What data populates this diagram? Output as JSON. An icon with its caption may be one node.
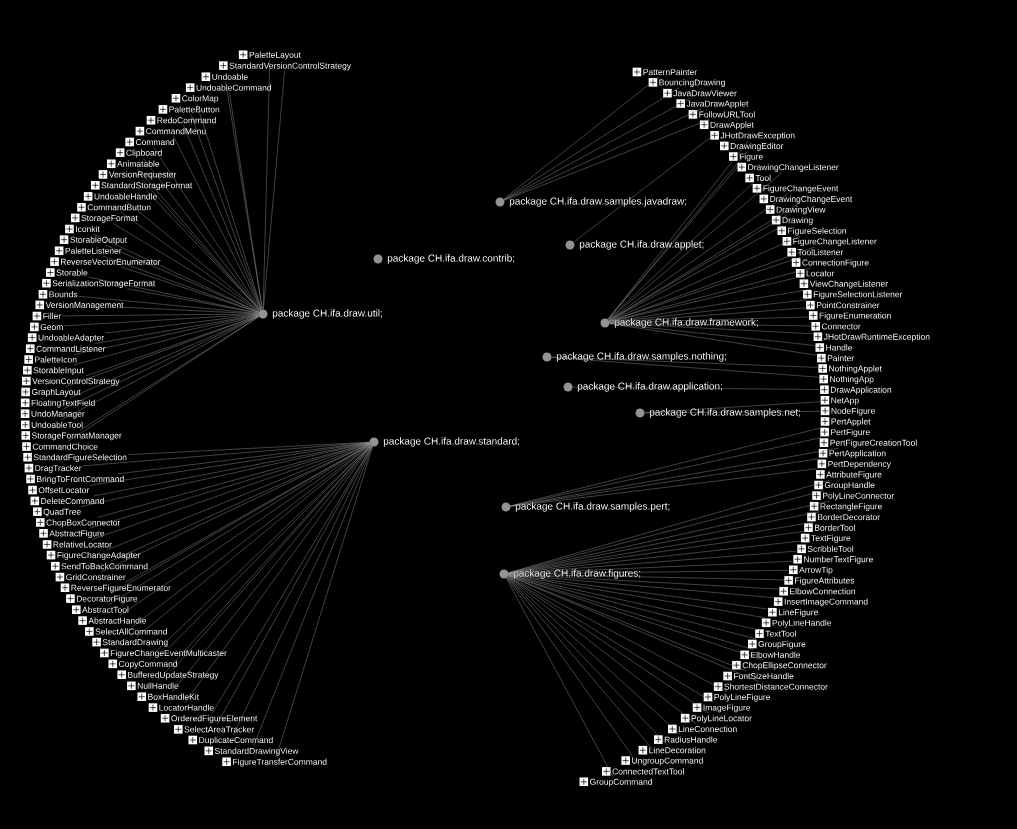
{
  "diagram": {
    "nodes": [
      {
        "text": [
          "package CH.ifa.draw.samples.javadraw;"
        ]
      },
      {
        "text": [
          "package CH.ifa.draw.applet;"
        ]
      },
      {
        "text": [
          "package CH.ifa.draw.contrib;"
        ]
      },
      {
        "text": [
          "package CH.ifa.draw.util;"
        ]
      },
      {
        "text": [
          "package CH.ifa.draw.framework;"
        ]
      },
      {
        "text": [
          "package CH.ifa.draw.samples.nothing;"
        ]
      },
      {
        "text": [
          "package CH.ifa.draw.application;"
        ]
      },
      {
        "text": [
          "package CH.ifa.draw.samples.net;"
        ]
      },
      {
        "text": [
          "package CH.ifa.draw.standard;"
        ]
      },
      {
        "text": [
          "package CH.ifa.draw.samples.pert;"
        ]
      },
      {
        "text": [
          "package CH.ifa.draw.figures;"
        ]
      },
      {
        "text": [
          "PaletteLayout"
        ]
      },
      {
        "text": [
          "StandardVersionControlStrategy"
        ]
      },
      {
        "text": [
          "Undoable"
        ]
      },
      {
        "text": [
          "UndoableCommand"
        ]
      },
      {
        "text": [
          "ColorMap"
        ]
      },
      {
        "text": [
          "PaletteButton"
        ]
      },
      {
        "text": [
          "RedoCommand"
        ]
      },
      {
        "text": [
          "CommandMenu"
        ]
      },
      {
        "text": [
          "Command"
        ]
      },
      {
        "text": [
          "Clipboard"
        ]
      },
      {
        "text": [
          "Animatable"
        ]
      },
      {
        "text": [
          "VersionRequester"
        ]
      },
      {
        "text": [
          "StandardStorageFormat"
        ]
      },
      {
        "text": [
          "UndoableHandle"
        ]
      },
      {
        "text": [
          "CommandButton"
        ]
      },
      {
        "text": [
          "StorageFormat"
        ]
      },
      {
        "text": [
          "Iconkit"
        ]
      },
      {
        "text": [
          "StorableOutput"
        ]
      },
      {
        "text": [
          "PaletteListener"
        ]
      },
      {
        "text": [
          "ReverseVectorEnumerator"
        ]
      },
      {
        "text": [
          "Storable"
        ]
      },
      {
        "text": [
          "SerializationStorageFormat"
        ]
      },
      {
        "text": [
          "Bounds"
        ]
      },
      {
        "text": [
          "VersionManagement"
        ]
      },
      {
        "text": [
          "Filler"
        ]
      },
      {
        "text": [
          "Geom"
        ]
      },
      {
        "text": [
          "UndoableAdapter"
        ]
      },
      {
        "text": [
          "CommandListener"
        ]
      },
      {
        "text": [
          "PaletteIcon"
        ]
      },
      {
        "text": [
          "StorableInput"
        ]
      },
      {
        "text": [
          "VersionControlStrategy"
        ]
      },
      {
        "text": [
          "GraphLayout"
        ]
      },
      {
        "text": [
          "FloatingTextField"
        ]
      },
      {
        "text": [
          "UndoManager"
        ]
      },
      {
        "text": [
          "UndoableTool"
        ]
      },
      {
        "text": [
          "StorageFormatManager"
        ]
      },
      {
        "text": [
          "CommandChoice"
        ]
      },
      {
        "text": [
          "StandardFigureSelection"
        ]
      },
      {
        "text": [
          "DragTracker"
        ]
      },
      {
        "text": [
          "BringToFrontCommand"
        ]
      },
      {
        "text": [
          "OffsetLocator"
        ]
      },
      {
        "text": [
          "DeleteCommand"
        ]
      },
      {
        "text": [
          "QuadTree"
        ]
      },
      {
        "text": [
          "ChopBoxConnector"
        ]
      },
      {
        "text": [
          "AbstractFigure"
        ]
      },
      {
        "text": [
          "RelativeLocator"
        ]
      },
      {
        "text": [
          "FigureChangeAdapter"
        ]
      },
      {
        "text": [
          "SendToBackCommand"
        ]
      },
      {
        "text": [
          "GridConstrainer"
        ]
      },
      {
        "text": [
          "ReverseFigureEnumerator"
        ]
      },
      {
        "text": [
          "DecoratorFigure"
        ]
      },
      {
        "text": [
          "AbstractTool"
        ]
      },
      {
        "text": [
          "AbstractHandle"
        ]
      },
      {
        "text": [
          "SelectAllCommand"
        ]
      },
      {
        "text": [
          "StandardDrawing"
        ]
      },
      {
        "text": [
          "FigureChangeEventMulticaster"
        ]
      },
      {
        "text": [
          "CopyCommand"
        ]
      },
      {
        "text": [
          "BufferedUpdateStrategy"
        ]
      },
      {
        "text": [
          "NullHandle"
        ]
      },
      {
        "text": [
          "BoxHandleKit"
        ]
      },
      {
        "text": [
          "LocatorHandle"
        ]
      },
      {
        "text": [
          "OrderedFigureElement"
        ]
      },
      {
        "text": [
          "SelectAreaTracker"
        ]
      },
      {
        "text": [
          "DuplicateCommand"
        ]
      },
      {
        "text": [
          "StandardDrawingView"
        ]
      },
      {
        "text": [
          "FigureTransferCommand"
        ]
      },
      {
        "text": [
          "PatternPainter"
        ]
      },
      {
        "text": [
          "BouncingDrawing"
        ]
      },
      {
        "text": [
          "JavaDrawViewer"
        ]
      },
      {
        "text": [
          "JavaDrawApplet"
        ]
      },
      {
        "text": [
          "FollowURLTool"
        ]
      },
      {
        "text": [
          "DrawApplet"
        ]
      },
      {
        "text": [
          "JHotDrawException"
        ]
      },
      {
        "text": [
          "DrawingEditor"
        ]
      },
      {
        "text": [
          "Figure"
        ]
      },
      {
        "text": [
          "DrawingChangeListener"
        ]
      },
      {
        "text": [
          "Tool"
        ]
      },
      {
        "text": [
          "FigureChangeEvent"
        ]
      },
      {
        "text": [
          "DrawingChangeEvent"
        ]
      },
      {
        "text": [
          "DrawingView"
        ]
      },
      {
        "text": [
          "Drawing"
        ]
      },
      {
        "text": [
          "FigureSelection"
        ]
      },
      {
        "text": [
          "FigureChangeListener"
        ]
      },
      {
        "text": [
          "ToolListener"
        ]
      },
      {
        "text": [
          "ConnectionFigure"
        ]
      },
      {
        "text": [
          "Locator"
        ]
      },
      {
        "text": [
          "ViewChangeListener"
        ]
      },
      {
        "text": [
          "FigureSelectionListener"
        ]
      },
      {
        "text": [
          "PointConstrainer"
        ]
      },
      {
        "text": [
          "FigureEnumeration"
        ]
      },
      {
        "text": [
          "Connector"
        ]
      },
      {
        "text": [
          "JHotDrawRuntimeException"
        ]
      },
      {
        "text": [
          "Handle"
        ]
      },
      {
        "text": [
          "Painter"
        ]
      },
      {
        "text": [
          "NothingApplet"
        ]
      },
      {
        "text": [
          "NothingApp"
        ]
      },
      {
        "text": [
          "DrawApplication"
        ]
      },
      {
        "text": [
          "NetApp"
        ]
      },
      {
        "text": [
          "NodeFigure"
        ]
      },
      {
        "text": [
          "PertApplet"
        ]
      },
      {
        "text": [
          "PertFigure"
        ]
      },
      {
        "text": [
          "PertFigureCreationTool"
        ]
      },
      {
        "text": [
          "PertApplication"
        ]
      },
      {
        "text": [
          "PertDependency"
        ]
      },
      {
        "text": [
          "AttributeFigure"
        ]
      },
      {
        "text": [
          "GroupHandle"
        ]
      },
      {
        "text": [
          "PolyLineConnector"
        ]
      },
      {
        "text": [
          "RectangleFigure"
        ]
      },
      {
        "text": [
          "BorderDecorator"
        ]
      },
      {
        "text": [
          "BorderTool"
        ]
      },
      {
        "text": [
          "TextFigure"
        ]
      },
      {
        "text": [
          "ScribbleTool"
        ]
      },
      {
        "text": [
          "NumberTextFigure"
        ]
      },
      {
        "text": [
          "ArrowTip"
        ]
      },
      {
        "text": [
          "FigureAttributes"
        ]
      },
      {
        "text": [
          "ElbowConnection"
        ]
      },
      {
        "text": [
          "InsertImageCommand"
        ]
      },
      {
        "text": [
          "LineFigure"
        ]
      },
      {
        "text": [
          "PolyLineHandle"
        ]
      },
      {
        "text": [
          "TextTool"
        ]
      },
      {
        "text": [
          "GroupFigure"
        ]
      },
      {
        "text": [
          "ElbowHandle"
        ]
      },
      {
        "text": [
          "ChopEllipseConnector"
        ]
      },
      {
        "text": [
          "FontSizeHandle"
        ]
      },
      {
        "text": [
          "ShortestDistanceConnector"
        ]
      },
      {
        "text": [
          "PolyLineFigure"
        ]
      },
      {
        "text": [
          "ImageFigure"
        ]
      },
      {
        "text": [
          "PolyLineLocator"
        ]
      },
      {
        "text": [
          "LineConnection"
        ]
      },
      {
        "text": [
          "RadiusHandle"
        ]
      },
      {
        "text": [
          "LineDecoration"
        ]
      },
      {
        "text": [
          "UngroupCommand"
        ]
      },
      {
        "text": [
          "ConnectedTextTool"
        ]
      },
      {
        "text": [
          "GroupCommand"
        ]
      }
    ],
    "edges": [
      {
        "from": 3,
        "to": 11,
        "arrow": "none"
      },
      {
        "from": 3,
        "to": 12,
        "arrow": "none"
      },
      {
        "from": 3,
        "to": 13,
        "arrow": "none"
      },
      {
        "from": 3,
        "to": 14,
        "arrow": "none"
      },
      {
        "from": 3,
        "to": 15,
        "arrow": "none"
      },
      {
        "from": 3,
        "to": 16,
        "arrow": "none"
      },
      {
        "from": 3,
        "to": 17,
        "arrow": "none"
      },
      {
        "from": 3,
        "to": 18,
        "arrow": "none"
      },
      {
        "from": 3,
        "to": 19,
        "arrow": "none"
      },
      {
        "from": 3,
        "to": 20,
        "arrow": "none"
      },
      {
        "from": 3,
        "to": 21,
        "arrow": "none"
      },
      {
        "from": 3,
        "to": 22,
        "arrow": "none"
      },
      {
        "from": 3,
        "to": 23,
        "arrow": "none"
      },
      {
        "from": 3,
        "to": 24,
        "arrow": "none"
      },
      {
        "from": 3,
        "to": 25,
        "arrow": "none"
      },
      {
        "from": 3,
        "to": 26,
        "arrow": "none"
      },
      {
        "from": 3,
        "to": 27,
        "arrow": "none"
      },
      {
        "from": 3,
        "to": 28,
        "arrow": "none"
      },
      {
        "from": 3,
        "to": 29,
        "arrow": "none"
      },
      {
        "from": 3,
        "to": 30,
        "arrow": "none"
      },
      {
        "from": 3,
        "to": 31,
        "arrow": "none"
      },
      {
        "from": 3,
        "to": 32,
        "arrow": "none"
      },
      {
        "from": 3,
        "to": 33,
        "arrow": "none"
      },
      {
        "from": 3,
        "to": 34,
        "arrow": "none"
      },
      {
        "from": 3,
        "to": 35,
        "arrow": "none"
      },
      {
        "from": 3,
        "to": 36,
        "arrow": "none"
      },
      {
        "from": 3,
        "to": 37,
        "arrow": "none"
      },
      {
        "from": 3,
        "to": 38,
        "arrow": "none"
      },
      {
        "from": 3,
        "to": 39,
        "arrow": "none"
      },
      {
        "from": 3,
        "to": 40,
        "arrow": "none"
      },
      {
        "from": 3,
        "to": 41,
        "arrow": "none"
      },
      {
        "from": 3,
        "to": 42,
        "arrow": "none"
      },
      {
        "from": 3,
        "to": 43,
        "arrow": "none"
      },
      {
        "from": 3,
        "to": 44,
        "arrow": "none"
      },
      {
        "from": 3,
        "to": 45,
        "arrow": "none"
      },
      {
        "from": 3,
        "to": 46,
        "arrow": "none"
      },
      {
        "from": 3,
        "to": 47,
        "arrow": "none"
      },
      {
        "from": 8,
        "to": 48,
        "arrow": "none"
      },
      {
        "from": 8,
        "to": 49,
        "arrow": "none"
      },
      {
        "from": 8,
        "to": 50,
        "arrow": "none"
      },
      {
        "from": 8,
        "to": 51,
        "arrow": "none"
      },
      {
        "from": 8,
        "to": 52,
        "arrow": "none"
      },
      {
        "from": 8,
        "to": 53,
        "arrow": "none"
      },
      {
        "from": 8,
        "to": 54,
        "arrow": "none"
      },
      {
        "from": 8,
        "to": 55,
        "arrow": "none"
      },
      {
        "from": 8,
        "to": 56,
        "arrow": "none"
      },
      {
        "from": 8,
        "to": 57,
        "arrow": "none"
      },
      {
        "from": 8,
        "to": 58,
        "arrow": "none"
      },
      {
        "from": 8,
        "to": 59,
        "arrow": "none"
      },
      {
        "from": 8,
        "to": 60,
        "arrow": "none"
      },
      {
        "from": 8,
        "to": 61,
        "arrow": "none"
      },
      {
        "from": 8,
        "to": 62,
        "arrow": "none"
      },
      {
        "from": 8,
        "to": 63,
        "arrow": "none"
      },
      {
        "from": 8,
        "to": 64,
        "arrow": "none"
      },
      {
        "from": 8,
        "to": 65,
        "arrow": "none"
      },
      {
        "from": 8,
        "to": 66,
        "arrow": "none"
      },
      {
        "from": 8,
        "to": 67,
        "arrow": "none"
      },
      {
        "from": 8,
        "to": 68,
        "arrow": "none"
      },
      {
        "from": 8,
        "to": 69,
        "arrow": "none"
      },
      {
        "from": 8,
        "to": 70,
        "arrow": "none"
      },
      {
        "from": 8,
        "to": 71,
        "arrow": "none"
      },
      {
        "from": 8,
        "to": 72,
        "arrow": "none"
      },
      {
        "from": 8,
        "to": 73,
        "arrow": "none"
      },
      {
        "from": 8,
        "to": 74,
        "arrow": "none"
      },
      {
        "from": 8,
        "to": 75,
        "arrow": "none"
      },
      {
        "from": 8,
        "to": 76,
        "arrow": "none"
      },
      {
        "from": 0,
        "to": 77,
        "arrow": "none"
      },
      {
        "from": 0,
        "to": 78,
        "arrow": "none"
      },
      {
        "from": 0,
        "to": 79,
        "arrow": "none"
      },
      {
        "from": 0,
        "to": 80,
        "arrow": "none"
      },
      {
        "from": 0,
        "to": 81,
        "arrow": "none"
      },
      {
        "from": 1,
        "to": 82,
        "arrow": "none"
      },
      {
        "from": 4,
        "to": 83,
        "arrow": "none"
      },
      {
        "from": 4,
        "to": 84,
        "arrow": "none"
      },
      {
        "from": 4,
        "to": 85,
        "arrow": "none"
      },
      {
        "from": 4,
        "to": 86,
        "arrow": "none"
      },
      {
        "from": 4,
        "to": 87,
        "arrow": "none"
      },
      {
        "from": 4,
        "to": 88,
        "arrow": "none"
      },
      {
        "from": 4,
        "to": 89,
        "arrow": "none"
      },
      {
        "from": 4,
        "to": 90,
        "arrow": "none"
      },
      {
        "from": 4,
        "to": 91,
        "arrow": "none"
      },
      {
        "from": 4,
        "to": 92,
        "arrow": "none"
      },
      {
        "from": 4,
        "to": 93,
        "arrow": "none"
      },
      {
        "from": 4,
        "to": 94,
        "arrow": "none"
      },
      {
        "from": 4,
        "to": 95,
        "arrow": "none"
      },
      {
        "from": 4,
        "to": 96,
        "arrow": "none"
      },
      {
        "from": 4,
        "to": 97,
        "arrow": "none"
      },
      {
        "from": 4,
        "to": 98,
        "arrow": "none"
      },
      {
        "from": 4,
        "to": 99,
        "arrow": "none"
      },
      {
        "from": 4,
        "to": 100,
        "arrow": "none"
      },
      {
        "from": 4,
        "to": 101,
        "arrow": "none"
      },
      {
        "from": 4,
        "to": 102,
        "arrow": "none"
      },
      {
        "from": 4,
        "to": 103,
        "arrow": "none"
      },
      {
        "from": 4,
        "to": 104,
        "arrow": "none"
      },
      {
        "from": 5,
        "to": 105,
        "arrow": "none"
      },
      {
        "from": 5,
        "to": 106,
        "arrow": "none"
      },
      {
        "from": 6,
        "to": 107,
        "arrow": "none"
      },
      {
        "from": 7,
        "to": 108,
        "arrow": "none"
      },
      {
        "from": 7,
        "to": 109,
        "arrow": "none"
      },
      {
        "from": 9,
        "to": 110,
        "arrow": "none"
      },
      {
        "from": 9,
        "to": 111,
        "arrow": "none"
      },
      {
        "from": 9,
        "to": 112,
        "arrow": "none"
      },
      {
        "from": 9,
        "to": 113,
        "arrow": "none"
      },
      {
        "from": 9,
        "to": 114,
        "arrow": "none"
      },
      {
        "from": 10,
        "to": 115,
        "arrow": "none"
      },
      {
        "from": 10,
        "to": 116,
        "arrow": "none"
      },
      {
        "from": 10,
        "to": 117,
        "arrow": "none"
      },
      {
        "from": 10,
        "to": 118,
        "arrow": "none"
      },
      {
        "from": 10,
        "to": 119,
        "arrow": "none"
      },
      {
        "from": 10,
        "to": 120,
        "arrow": "none"
      },
      {
        "from": 10,
        "to": 121,
        "arrow": "none"
      },
      {
        "from": 10,
        "to": 122,
        "arrow": "none"
      },
      {
        "from": 10,
        "to": 123,
        "arrow": "none"
      },
      {
        "from": 10,
        "to": 124,
        "arrow": "none"
      },
      {
        "from": 10,
        "to": 125,
        "arrow": "none"
      },
      {
        "from": 10,
        "to": 126,
        "arrow": "none"
      },
      {
        "from": 10,
        "to": 127,
        "arrow": "none"
      },
      {
        "from": 10,
        "to": 128,
        "arrow": "none"
      },
      {
        "from": 10,
        "to": 129,
        "arrow": "none"
      },
      {
        "from": 10,
        "to": 130,
        "arrow": "none"
      },
      {
        "from": 10,
        "to": 131,
        "arrow": "none"
      },
      {
        "from": 10,
        "to": 132,
        "arrow": "none"
      },
      {
        "from": 10,
        "to": 133,
        "arrow": "none"
      },
      {
        "from": 10,
        "to": 134,
        "arrow": "none"
      },
      {
        "from": 10,
        "to": 135,
        "arrow": "none"
      },
      {
        "from": 10,
        "to": 136,
        "arrow": "none"
      },
      {
        "from": 10,
        "to": 137,
        "arrow": "none"
      },
      {
        "from": 10,
        "to": 138,
        "arrow": "none"
      },
      {
        "from": 10,
        "to": 139,
        "arrow": "none"
      },
      {
        "from": 10,
        "to": 140,
        "arrow": "none"
      },
      {
        "from": 10,
        "to": 141,
        "arrow": "none"
      },
      {
        "from": 10,
        "to": 142,
        "arrow": "none"
      },
      {
        "from": 10,
        "to": 143,
        "arrow": "none"
      },
      {
        "from": 10,
        "to": 144,
        "arrow": "none"
      }
    ]
  }
}
